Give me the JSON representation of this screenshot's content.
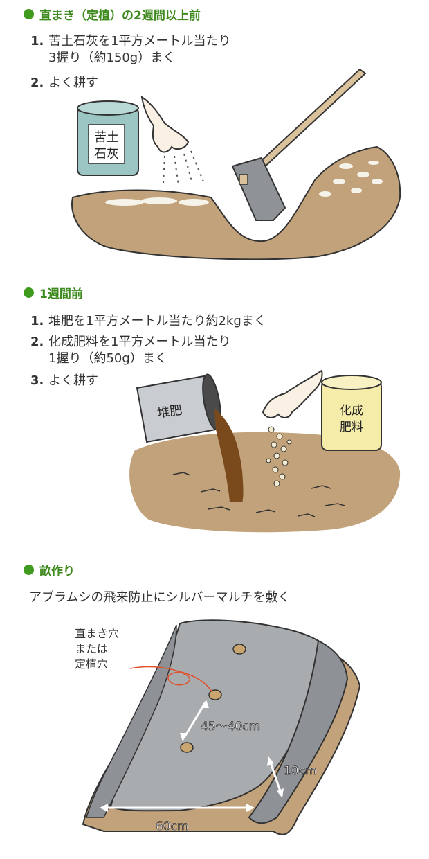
{
  "section1": {
    "heading": "直まき（定植）の2週間以上前",
    "steps": [
      {
        "num": "1.",
        "line1": "苦土石灰を1平方メートル当たり",
        "line2": "3握り（約150g）まく"
      },
      {
        "num": "2.",
        "line1": "よく耕す"
      }
    ],
    "can_label_1": "苦土",
    "can_label_2": "石灰"
  },
  "section2": {
    "heading": "1週間前",
    "steps": [
      {
        "num": "1.",
        "line1": "堆肥を1平方メートル当たり約2kgまく"
      },
      {
        "num": "2.",
        "line1": "化成肥料を1平方メートル当たり",
        "line2": "1握り（約50g）まく"
      },
      {
        "num": "3.",
        "line1": "よく耕す"
      }
    ],
    "compost_label": "堆肥",
    "fert_label_1": "化成",
    "fert_label_2": "肥料"
  },
  "section3": {
    "heading": "畝作り",
    "note": "アブラムシの飛来防止にシルバーマルチを敷く",
    "hole_label_1": "直まき穴",
    "hole_label_2": "または",
    "hole_label_3": "定植穴",
    "spacing_label": "45～40cm",
    "height_label": "10cm",
    "width_label": "60cm"
  },
  "colors": {
    "heading_green": "#3f8a1e",
    "soil": "#c2a27a",
    "mulch": "#a9acaf",
    "can_blue": "#9cc6c4",
    "can_yellow": "#f5ecaa"
  }
}
